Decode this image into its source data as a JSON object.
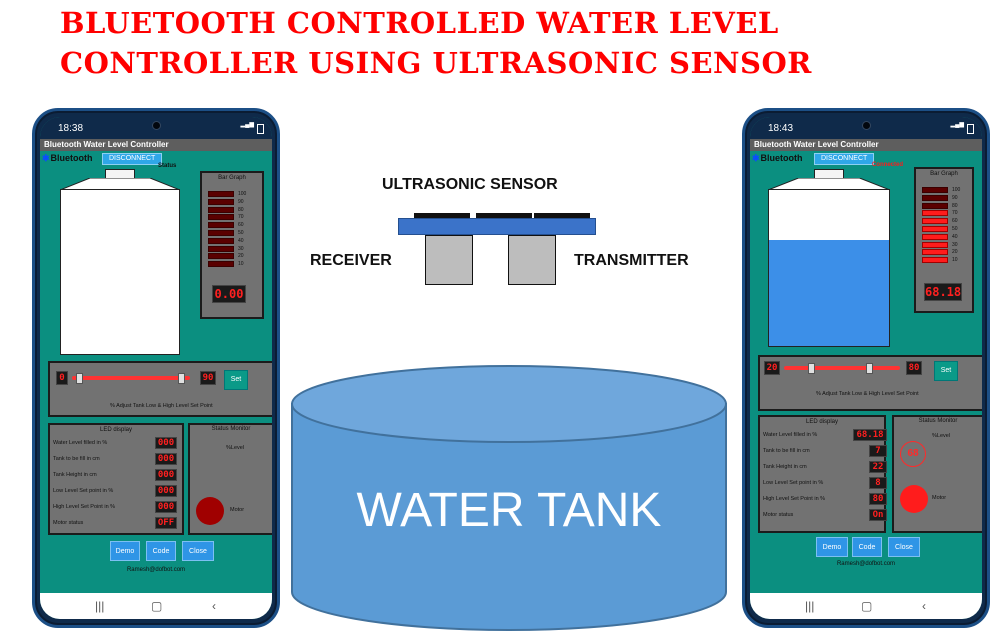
{
  "headline": {
    "line1": "BLUETOOTH CONTROLLED WATER LEVEL",
    "line2": "CONTROLLER USING ULTRASONIC SENSOR"
  },
  "diagram": {
    "sensor_label": "ULTRASONIC SENSOR",
    "receiver_label": "RECEIVER",
    "transmitter_label": "TRANSMITTER",
    "tank_label": "WATER TANK",
    "colors": {
      "tank": "#5b9bd5",
      "tank_outline": "#41719c",
      "sensor": "#3b73c9"
    }
  },
  "bar_scale": [
    "100",
    "90",
    "80",
    "70",
    "60",
    "50",
    "40",
    "30",
    "20",
    "10"
  ],
  "phones": [
    {
      "time": "18:38",
      "app_title": "Bluetooth Water Level Controller",
      "bluetooth_label": "Bluetooth",
      "disconnect_label": "DISCONNECT",
      "status_text": "Status",
      "water_level_fraction": 0,
      "bar_graph_title": "Bar Graph",
      "bars_lit": 0,
      "level_display": "0.00",
      "slider_low": "0",
      "slider_high": "90",
      "set_label": "Set",
      "slider_caption": "% Adjust Tank Low & High Level Set Point",
      "led_title": "LED display",
      "led_rows": [
        {
          "label": "Water Level filled in %",
          "value": "000"
        },
        {
          "label": "Tank to be fill in cm",
          "value": "000"
        },
        {
          "label": "Tank Height in cm",
          "value": "000"
        },
        {
          "label": "Low Level Set point in %",
          "value": "000"
        },
        {
          "label": "High Level Set Point in %",
          "value": "000"
        },
        {
          "label": "Motor status",
          "value": "OFF"
        }
      ],
      "status_monitor_title": "Status Monitor",
      "level_label": "%Level",
      "level_ring": "",
      "motor_label": "Motor",
      "motor_color": "#a00000",
      "buttons": {
        "demo": "Demo",
        "code": "Code",
        "close": "Close"
      },
      "footer": "Ramesh@dofbot.com"
    },
    {
      "time": "18:43",
      "app_title": "Bluetooth Water Level Controller",
      "bluetooth_label": "Bluetooth",
      "disconnect_label": "DISCONNECT",
      "status_text": "Connected",
      "water_level_fraction": 0.68,
      "bar_graph_title": "Bar Graph",
      "bars_lit": 7,
      "level_display": "68.18",
      "slider_low": "20",
      "slider_high": "80",
      "set_label": "Set",
      "slider_caption": "% Adjust Tank Low & High Level Set Point",
      "led_title": "LED display",
      "led_rows": [
        {
          "label": "Water Level filled in %",
          "value": "68.18"
        },
        {
          "label": "Tank to be fill in cm",
          "value": "7"
        },
        {
          "label": "Tank Height in cm",
          "value": "22"
        },
        {
          "label": "Low Level Set point in %",
          "value": "8"
        },
        {
          "label": "High Level Set Point in %",
          "value": "80"
        },
        {
          "label": "Motor status",
          "value": "On"
        }
      ],
      "status_monitor_title": "Status Monitor",
      "level_label": "%Level",
      "level_ring": "68",
      "motor_label": "Motor",
      "motor_color": "#ff1c1c",
      "buttons": {
        "demo": "Demo",
        "code": "Code",
        "close": "Close"
      },
      "footer": "Ramesh@dofbot.com"
    }
  ]
}
